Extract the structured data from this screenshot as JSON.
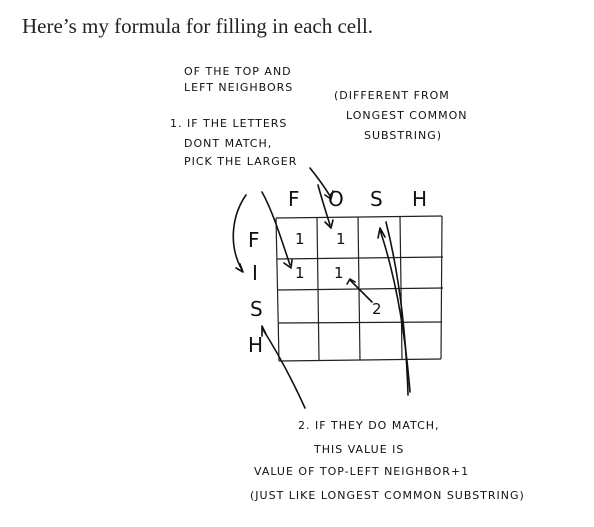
{
  "intro": "Here’s my formula for filling in each cell.",
  "annotations": {
    "neighbors_1": "OF THE TOP AND",
    "neighbors_2": "LEFT NEIGHBORS",
    "different_1": "(DIFFERENT FROM",
    "different_2": "LONGEST COMMON",
    "different_3": "SUBSTRING)",
    "rule1_1": "1. IF THE LETTERS",
    "rule1_2": "DONT MATCH,",
    "rule1_3": "PICK THE LARGER",
    "rule2_1": "2. IF THEY DO MATCH,",
    "rule2_2": "THIS VALUE IS",
    "rule2_3": "VALUE OF TOP-LEFT NEIGHBOR+1",
    "rule2_4": "(JUST LIKE LONGEST COMMON SUBSTRING)"
  },
  "grid": {
    "col_headers": [
      "F",
      "O",
      "S",
      "H"
    ],
    "row_headers": [
      "F",
      "I",
      "S",
      "H"
    ],
    "cells": [
      [
        "1",
        "1",
        "",
        ""
      ],
      [
        "1",
        "1",
        "",
        ""
      ],
      [
        "",
        "",
        "2",
        ""
      ],
      [
        "",
        "",
        "",
        ""
      ]
    ]
  }
}
